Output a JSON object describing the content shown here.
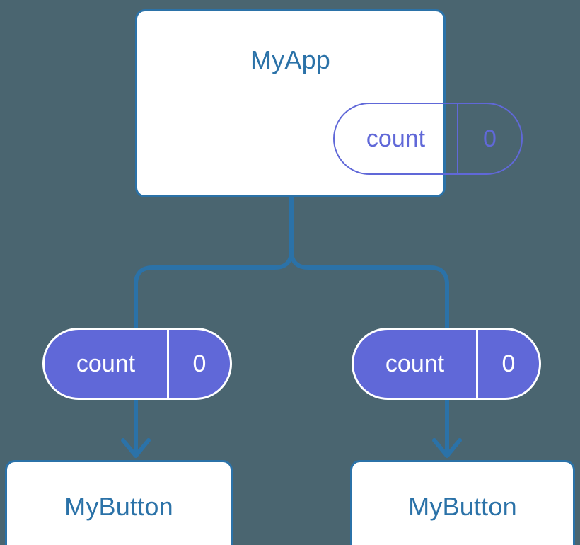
{
  "diagram": {
    "type": "component-tree",
    "background_color": "#4a6570",
    "accent_blue": "#2b72a8",
    "accent_purple": "#6068d8",
    "box_fill": "#ffffff",
    "root": {
      "name": "root-component",
      "title": "MyApp",
      "state_pill": {
        "key": "count",
        "value": "0",
        "style": "outline"
      }
    },
    "children": [
      {
        "name": "child-left",
        "prop_pill": {
          "key": "count",
          "value": "0",
          "style": "filled"
        },
        "title": "MyButton"
      },
      {
        "name": "child-right",
        "prop_pill": {
          "key": "count",
          "value": "0",
          "style": "filled"
        },
        "title": "MyButton"
      }
    ]
  }
}
